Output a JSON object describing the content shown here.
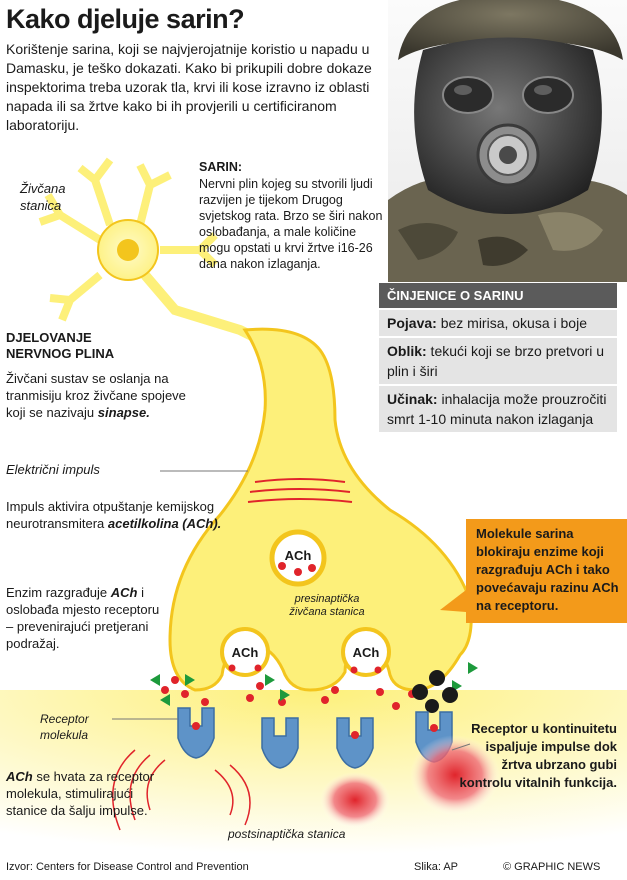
{
  "title": "Kako djeluje sarin?",
  "intro": "Korištenje sarina, koji se najvjerojatnije koristio u napadu u Damasku, je teško dokazati. Kako bi prikupili dobre dokaze inspektorima treba uzorak tla, krvi ili kose izravno iz oblasti napada ili sa žrtve kako bi ih provjerili u certificiranom laboratoriju.",
  "neuron_label_1": "Živčana",
  "neuron_label_2": "stanica",
  "sarin": {
    "title": "SARIN:",
    "body": "Nervni plin kojeg su stvorili ljudi razvijen je tijekom Drugog svjetskog rata. Brzo se širi nakon oslobađanja, a male količine mogu opstati u krvi žrtve i16-26 dana nakon izlaganja."
  },
  "facts": {
    "header": "ČINJENICE O SARINU",
    "rows": [
      {
        "label": "Pojava:",
        "text": " bez mirisa, okusa i boje"
      },
      {
        "label": "Oblik:",
        "text": " tekući koji se brzo pretvori u plin i širi"
      },
      {
        "label": "Učinak:",
        "text": " inhalacija može prouzročiti smrt 1-10 minuta nakon izlaganja"
      }
    ]
  },
  "djelovanje": {
    "title_1": "DJELOVANJE",
    "title_2": "NERVNOG PLINA",
    "body": "Živčani sustav se oslanja na tranmisiju kroz živčane spojeve koji se nazivaju ",
    "body_em": "sinapse."
  },
  "impuls_label": "Električni impuls",
  "impuls_body": "Impuls aktivira otpuštanje kemijskog neurotransmitera ",
  "impuls_em": "acetilkolina (ACh).",
  "enzim_pre": "Enzim razgrađuje ",
  "enzim_em": "ACh",
  "enzim_post": " i oslobađa mjesto receptoru – prevenirajući pretjerani podražaj.",
  "presyn_1": "presinaptička",
  "presyn_2": "živčana stanica",
  "vesicle_label": "ACh",
  "orange_box": "Molekule sarina blokiraju enzime koji razgrađuju ACh i tako povećavaju razinu ACh na receptoru.",
  "receptor_1": "Receptor",
  "receptor_2": "molekula",
  "ach_em": "ACh",
  "ach_body": " se hvata za receptor molekula, stimulirajući stanice da šalju impulse.",
  "postsyn": "postsinaptička stanica",
  "rec_cont": "Receptor u kontinuitetu ispaljuje impulse dok žrtva ubrzano gubi kontrolu vitalnih funkcija.",
  "footer": {
    "source": "Izvor: Centers for Disease Control and Prevention",
    "photo": "Slika: AP",
    "credit": "© GRAPHIC NEWS"
  },
  "colors": {
    "neuron_yellow": "#fdf07a",
    "neuron_outline": "#f3c51d",
    "orange": "#f39a1a",
    "receptor_blue": "#5e93c8",
    "ach_red": "#e0242b",
    "enzyme_green": "#1d9a3c",
    "fact_header": "#5b5b5b",
    "fact_row": "#e4e4e4"
  }
}
